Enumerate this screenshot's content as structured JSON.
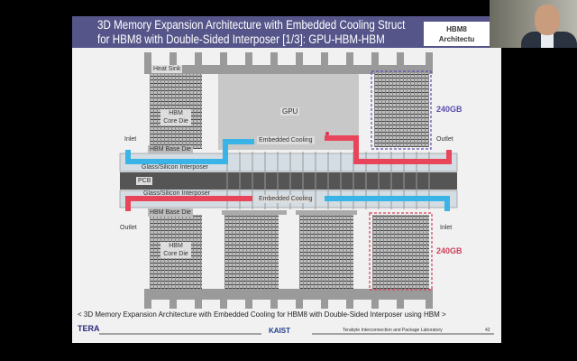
{
  "slide": {
    "title_line1": "3D Memory Expansion Architecture with Embedded Cooling Struct",
    "title_line2": "for HBM8 with Double-Sided Interposer [1/3]: GPU-HBM-HBM",
    "badge_line1": "HBM8",
    "badge_line2": "Architectu",
    "diagram": {
      "heat_sink": "Heat Sink",
      "gpu": "GPU",
      "hbm_core_die_top": "HBM Core Die",
      "hbm_core_die_bottom": "HBM Core Die",
      "hbm_base_die_top": "HBM Base Die",
      "hbm_base_die_bottom": "HBM Base Die",
      "embedded_cooling_top": "Embedded Cooling",
      "embedded_cooling_bottom": "Embedded Cooling",
      "interposer_top": "Glass/Silicon Interposer",
      "interposer_bottom": "Glass/Silicon Interposer",
      "pcb": "PCB",
      "inlet_top": "Inlet",
      "outlet_top": "Outlet",
      "outlet_bottom": "Outlet",
      "inlet_bottom": "Inlet",
      "capacity_top": "240GB",
      "capacity_bottom": "240GB",
      "colors": {
        "cold": "#3ab4e6",
        "hot": "#e8455a",
        "purple": "#5b4fb0",
        "red": "#d0405a"
      }
    },
    "caption": "< 3D Memory Expansion Architecture with Embedded Cooling for HBM8 with Double-Sided Interposer using HBM >",
    "footer_logo_left": "TERA",
    "footer_logo_center": "KAIST",
    "footer_lab": "Terabyte Interconnection and Package Laboratory",
    "page_number": "42"
  }
}
